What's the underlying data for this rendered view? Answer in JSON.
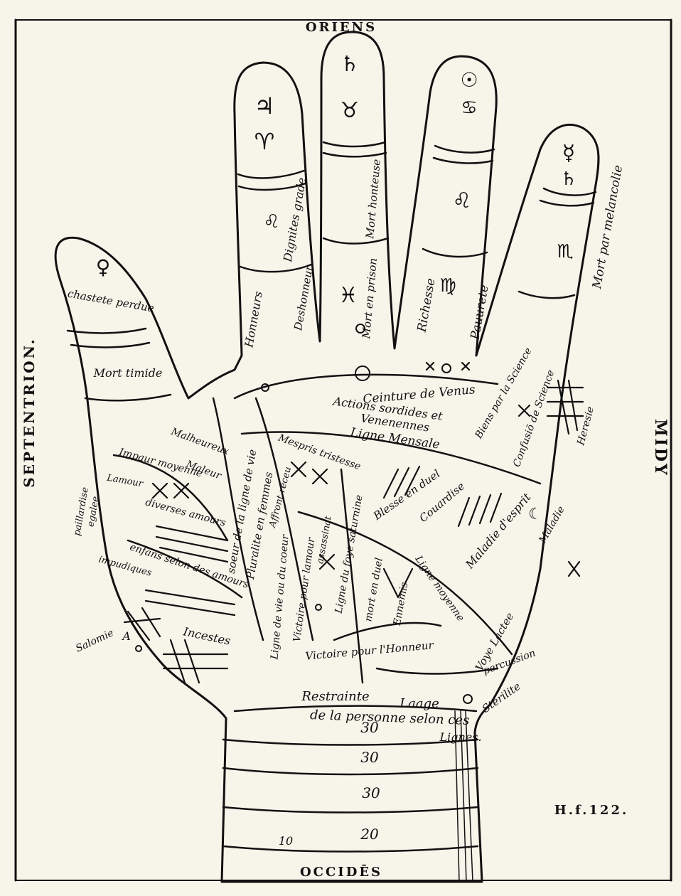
{
  "directions": {
    "north": "SEPTENTRION.",
    "south": "MIDY",
    "east": "ORIENS",
    "west": "OCCIDĒS"
  },
  "plate_number": "H.f.122.",
  "finger_symbols": {
    "index": [
      "♃",
      "♈",
      "♌"
    ],
    "middle": [
      "♄",
      "♉",
      "♓"
    ],
    "ring": [
      "☉",
      "♋",
      "♌",
      "♍"
    ],
    "little": [
      "☿",
      "♄",
      "♏"
    ],
    "thumb": [
      "♀"
    ]
  },
  "labels": {
    "chastete_perdue": "chastete perdue",
    "mort_timide": "Mort timide",
    "honneurs": "Honneurs",
    "dignites_grade": "Dignites grade",
    "deshonneur": "Deshonneur",
    "mort_en_prison": "Mort en prison",
    "mort_honteuse": "Mort honteuse",
    "richesse": "Richesse",
    "pauurete": "Pauurete",
    "mort_par_melancolie": "Mort par melancolie",
    "ceinture_de_venus": "Ceinture de Venus",
    "actions_sordides": "Actions sordides et",
    "veneneuses": "Venenennes",
    "ligne_mensale": "Ligne Mensale",
    "biens_par_la_science": "Biens par la Science",
    "confusion_de_science": "Confusiō de Science",
    "heresie": "Heresie",
    "malheureux": "Malheureux",
    "maleur": "Maleur",
    "impaur_moyenne": "Impaur moyenne",
    "lamour": "Lamour",
    "diverses_amours": "diverses amours",
    "paillardise": "paillardise",
    "egalee": "egalee",
    "enfants_selon_les_amours": "enfans selon des amours",
    "impudiques": "impudiques",
    "solomie": "Salomie",
    "letter_a": "A",
    "incestes": "Incestes",
    "soeur_de_la_ligne_de_vie": "soeur de la ligne de vie",
    "pluralite_en_femmes": "Pluralite en femmes",
    "ligne_de_vie_ou_du_coeur": "Ligne de vie ou du coeur",
    "mespris_triste": "Mespris tristesse",
    "affront_receu": "Affront receu",
    "victoire_pour_lamour": "Victoire pour lamour",
    "assassinat": "assassinat",
    "ligne_du_foye": "Ligne du foye saturnine",
    "blesse_en_duel": "Blesse en duel",
    "couardise": "Couardise",
    "maladie_desprit": "Maladie d'esprit",
    "maladie": "Maladie",
    "mort_en_duel": "mort en duel",
    "ennemis": "Ennemis",
    "ligne_moyenne": "Ligne moyenne",
    "voye_lactee": "Voye Lactee",
    "victoire_pour_lhonneur": "Victoire pour l'Honneur",
    "percussion": "percussion",
    "restrainte": "Restrainte",
    "laage": "Laage",
    "sterilite": "Sterilite",
    "de_la_personne": "de la personne selon ces",
    "lignes": "Lignes."
  },
  "wrist_numbers": [
    "30",
    "30",
    "30",
    "20",
    "10"
  ]
}
